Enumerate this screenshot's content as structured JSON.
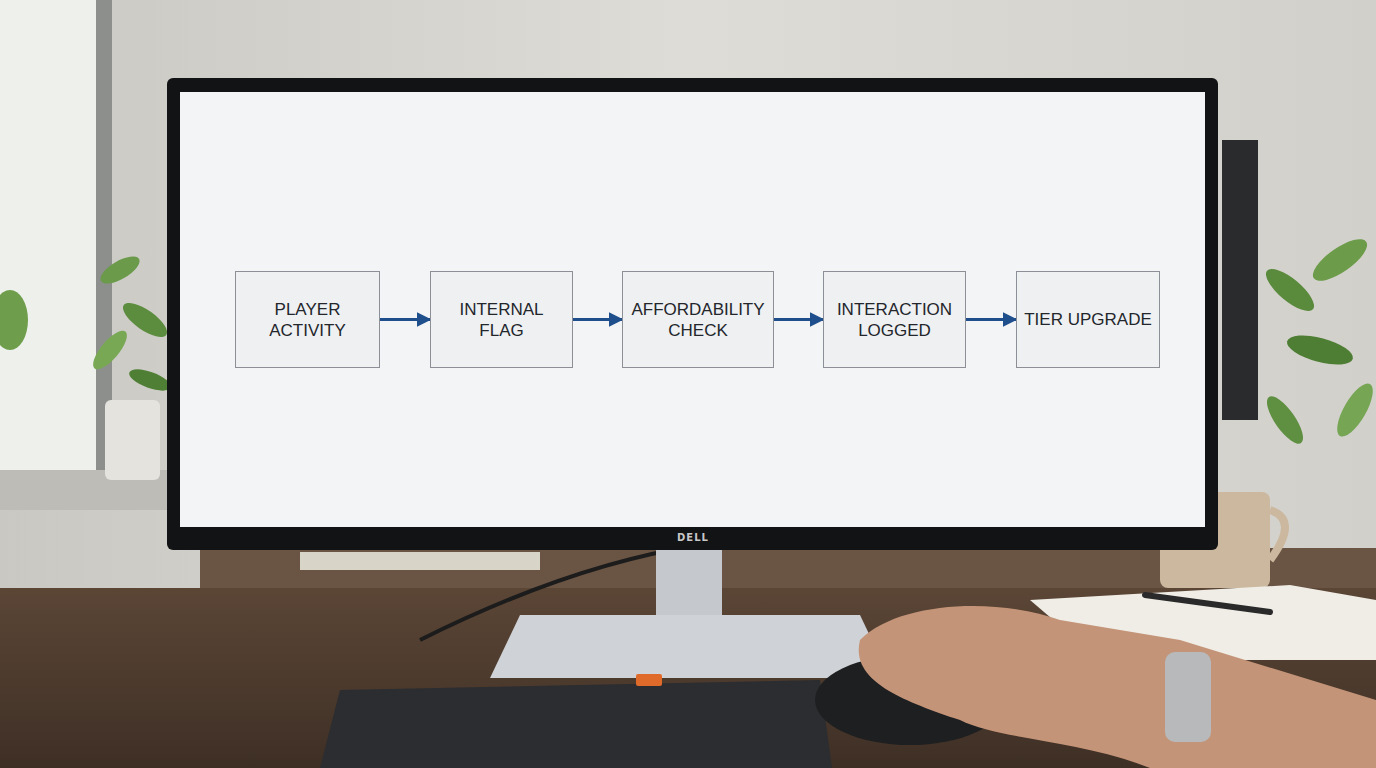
{
  "diagram": {
    "nodes": [
      {
        "text": [
          "PLAYER ACTIVITY"
        ]
      },
      {
        "text": [
          "INTERNAL FLAG"
        ]
      },
      {
        "text": [
          "AFFORDABILITY CHECK"
        ]
      },
      {
        "text": [
          "INTERACTION LOGGED"
        ]
      },
      {
        "text": [
          "TIER UPGRADE"
        ]
      }
    ],
    "edges": [
      {
        "from": 0,
        "to": 1,
        "arrow": "to"
      },
      {
        "from": 1,
        "to": 2,
        "arrow": "to"
      },
      {
        "from": 2,
        "to": 3,
        "arrow": "to"
      },
      {
        "from": 3,
        "to": 4,
        "arrow": "to"
      }
    ],
    "labels": [
      "DELL"
    ]
  }
}
